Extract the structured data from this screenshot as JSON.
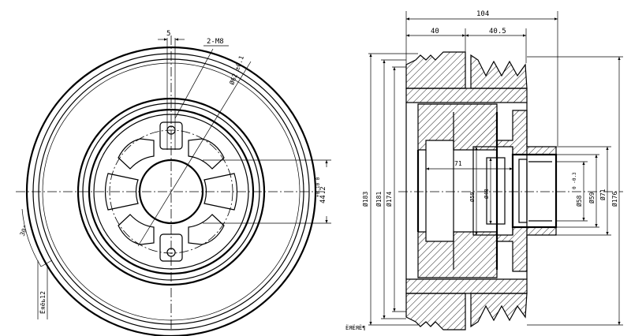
{
  "front_view": {
    "dims": {
      "slot_width": "5",
      "holes": "2-M8",
      "pcd": "Ø62 ±0.1",
      "bore_width": "44.2",
      "bore_tol": "+0.10 0",
      "angle": "30°",
      "note": "Ёяёь12"
    }
  },
  "section_view": {
    "dims": {
      "overall_width": "104",
      "w40": "40",
      "w40_5": "40.5",
      "d183": "Ø183",
      "d181": "Ø181",
      "d174": "Ø174",
      "d71_inner": "71",
      "d59_bore": "Ø59",
      "d48": "Ø48",
      "d58": "Ø58",
      "d58_tol": "0 -0.3",
      "d59": "Ø59",
      "d71": "Ø71",
      "d176": "Ø176"
    },
    "footer_mark": "ЁЯЁЯЁ¶"
  }
}
